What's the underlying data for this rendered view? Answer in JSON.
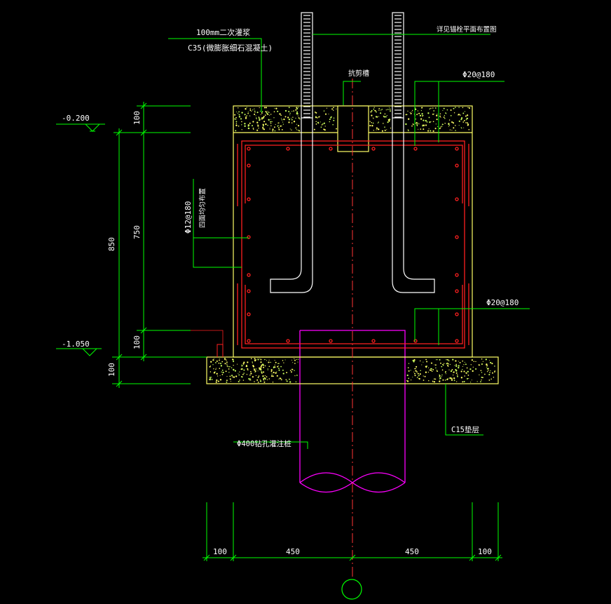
{
  "colors": {
    "background": "#000000",
    "concrete_outline": "#ffff66",
    "dimension_lines": "#00ff00",
    "rebar": "#ff2020",
    "anchor_bolt": "#ffffff",
    "pile": "#ff00ff",
    "centerline": "#ff3333",
    "text": "#ffffff"
  },
  "labels": {
    "grout": "100mm二次灌浆",
    "grout_mix": "C35(微膨胀细石混凝土)",
    "bolt_ref": "详见锚栓平面布置图",
    "shear_key": "抗剪槽",
    "top_rebar": "Φ20@180",
    "side_rebar": "Φ12@180",
    "side_rebar_note": "四面均匀布置",
    "bottom_rebar": "Φ20@180",
    "cushion": "C15垫层",
    "pile": "Φ400钻孔灌注桩"
  },
  "elevations": {
    "top": "-0.200",
    "bottom": "-1.050"
  },
  "vertical_dims": {
    "d_top_100": "100",
    "d_750": "750",
    "d_bot_100": "100",
    "d_850": "850",
    "d_cushion_100": "100"
  },
  "horizontal_dims": {
    "left_100": "100",
    "left_450": "450",
    "right_450": "450",
    "right_100": "100"
  }
}
